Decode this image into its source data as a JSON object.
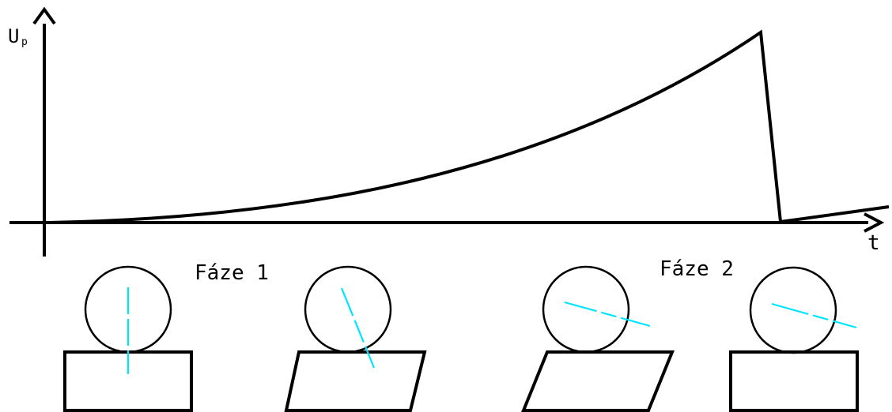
{
  "axes": {
    "y_label": "U",
    "y_label_sub": "p",
    "x_label": "t"
  },
  "phases": [
    {
      "label": "Fáze 1"
    },
    {
      "label": "Fáze 2"
    }
  ],
  "colors": {
    "line": "#000000",
    "axis_marker": "#00e5ff",
    "background": "#ffffff"
  }
}
